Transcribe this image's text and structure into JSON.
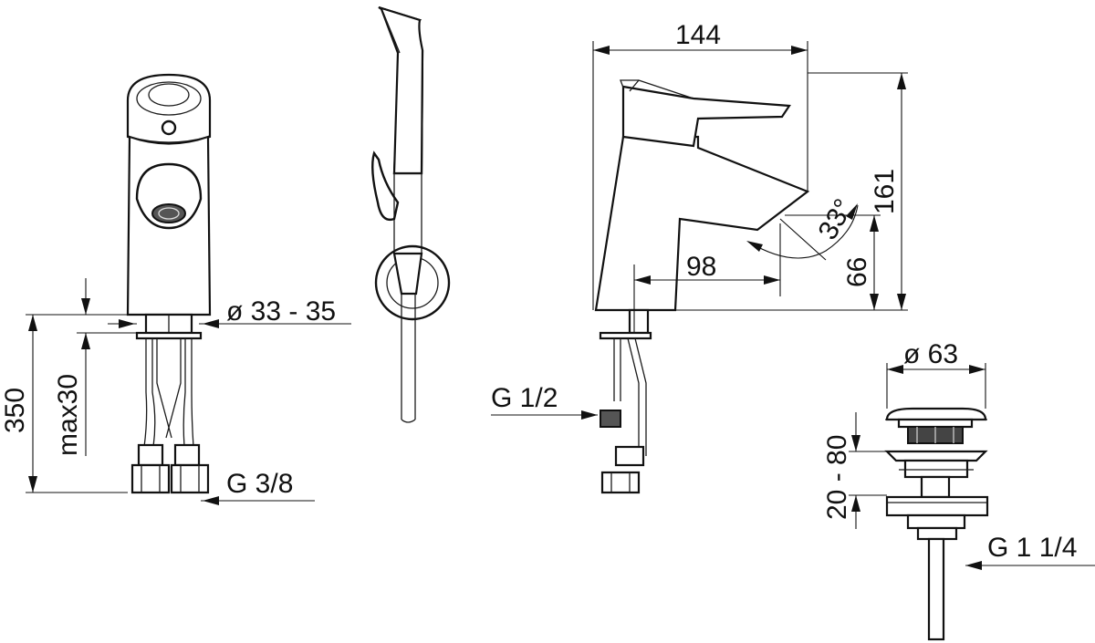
{
  "labels": {
    "diameter_33_35": "ø 33 - 35",
    "height_350": "350",
    "max30": "max30",
    "g_3_8": "G 3/8",
    "width_144": "144",
    "height_161": "161",
    "angle_33": "33°",
    "height_66": "66",
    "reach_98": "98",
    "g_1_2": "G 1/2",
    "diameter_63": "ø 63",
    "range_20_80": "20 - 80",
    "g_1_1_4": "G 1 1/4"
  }
}
